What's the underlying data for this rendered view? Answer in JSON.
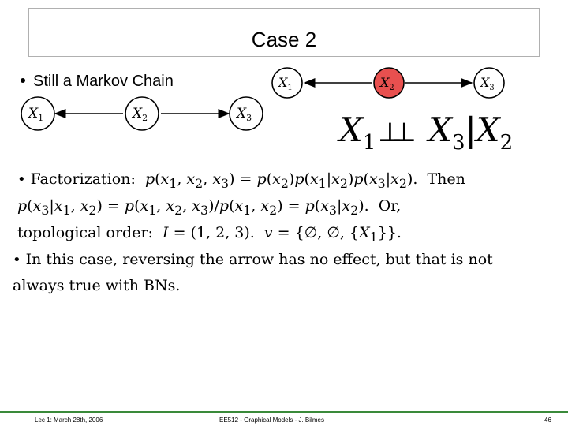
{
  "title": "Case 2",
  "bullet": "Still a Markov Chain",
  "graph_left": {
    "nodes": [
      "X1",
      "X2",
      "X3"
    ]
  },
  "graph_right": {
    "nodes": [
      "X1",
      "X2",
      "X3"
    ],
    "highlight_color": "#e8504f"
  },
  "independence": "X1 ⫫ X3 | X2",
  "para1": {
    "line1": "Factorization:  p(x1, x2, x3) = p(x2)p(x1|x2)p(x3|x2).  Then",
    "line2": "p(x3|x1, x2) = p(x1, x2, x3)/p(x1, x2) = p(x3|x2).  Or,",
    "line3": "topological order:  I = (1, 2, 3).  v = {∅, ∅, {X1}}."
  },
  "para2": {
    "line1": "In this case, reversing the arrow has no effect, but that is not",
    "line2": "always true with BNs."
  },
  "footer": {
    "left": "Lec 1: March 28th, 2006",
    "center": "EE512 - Graphical Models - J. Bilmes",
    "page": "46"
  }
}
